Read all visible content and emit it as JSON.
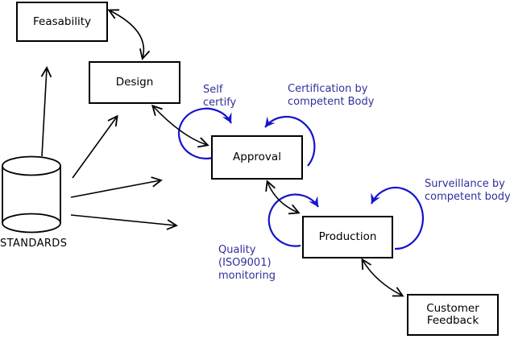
{
  "diagram": {
    "nodes": {
      "feasability": {
        "label": "Feasability"
      },
      "design": {
        "label": "Design"
      },
      "approval": {
        "label": "Approval"
      },
      "production": {
        "label": "Production"
      },
      "customer_feedback": {
        "lines": [
          "Customer",
          "Feedback"
        ]
      }
    },
    "datastore": {
      "label": "STANDARDS",
      "shape": "cylinder"
    },
    "annotations": {
      "self_certify": {
        "lines": [
          "Self",
          "certify"
        ]
      },
      "certification": {
        "lines": [
          "Certification by",
          "competent Body"
        ]
      },
      "surveillance": {
        "lines": [
          "Surveillance by",
          "competent body"
        ]
      },
      "quality": {
        "lines": [
          "Quality",
          "(ISO9001)",
          "monitoring"
        ]
      }
    },
    "edges": [
      {
        "from": "standards",
        "to": "feasability",
        "direction": "one-way",
        "color": "#000000"
      },
      {
        "from": "standards",
        "to": "design",
        "direction": "one-way",
        "color": "#000000"
      },
      {
        "from": "standards",
        "to": "approval",
        "direction": "one-way",
        "color": "#000000"
      },
      {
        "from": "standards",
        "to": "production",
        "direction": "one-way",
        "color": "#000000"
      },
      {
        "from": "feasability",
        "to": "design",
        "direction": "two-way",
        "color": "#000000"
      },
      {
        "from": "design",
        "to": "approval",
        "direction": "two-way",
        "color": "#000000"
      },
      {
        "from": "approval",
        "to": "production",
        "direction": "two-way",
        "color": "#000000"
      },
      {
        "from": "production",
        "to": "customer_feedback",
        "direction": "two-way",
        "color": "#000000"
      },
      {
        "from": "approval",
        "to": "approval",
        "direction": "self-loop",
        "label": "self_certify",
        "color": "#1414cc"
      },
      {
        "from": "approval",
        "to": "approval",
        "direction": "self-loop",
        "label": "certification",
        "color": "#1414cc"
      },
      {
        "from": "production",
        "to": "production",
        "direction": "self-loop",
        "label": "quality",
        "color": "#1414cc"
      },
      {
        "from": "production",
        "to": "production",
        "direction": "self-loop",
        "label": "surveillance",
        "color": "#1414cc"
      }
    ],
    "colors": {
      "background": "#ffffff",
      "box_border": "#000000",
      "box_fill": "#ffffff",
      "black_arrow": "#000000",
      "loop_blue": "#1414cc",
      "annotation_blue": "#30309c"
    }
  }
}
